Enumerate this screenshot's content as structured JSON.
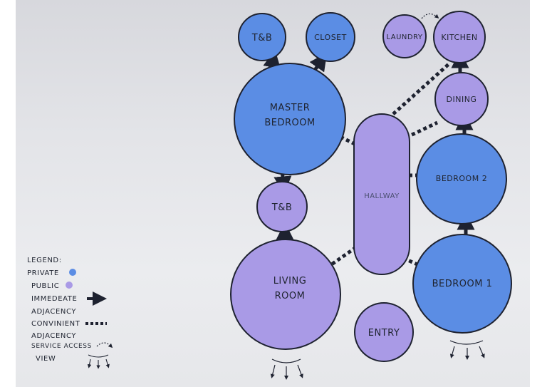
{
  "colors": {
    "private": "#5b8de4",
    "public": "#a99ae6",
    "outline": "#1e2230",
    "arrow": "#1e2230"
  },
  "rooms": {
    "tb_master": "T&B",
    "closet": "CLOSET",
    "laundry": "LAUNDRY",
    "kitchen": "KITCHEN",
    "master_1": "MASTER",
    "master_2": "BEDROOM",
    "dining": "DINING",
    "hallway": "HALLWAY",
    "bedroom2": "BEDROOM 2",
    "tb_mid": "T&B",
    "living_1": "LIVING",
    "living_2": "ROOM",
    "bedroom1": "BEDROOM 1",
    "entry": "ENTRY"
  },
  "legend": {
    "title": "LEGEND:",
    "private": "PRIVATE",
    "public": "PUBLIC",
    "immediate_1": "IMMEDEATE",
    "immediate_2": "ADJACENCY",
    "convenient_1": "CONVINIENT",
    "convenient_2": "ADJACENCY",
    "service_access": "SERVICE ACCESS",
    "view": "VIEW"
  },
  "icons": [
    "arrow-icon",
    "dashed-connector-icon",
    "service-access-icon",
    "view-icon"
  ]
}
